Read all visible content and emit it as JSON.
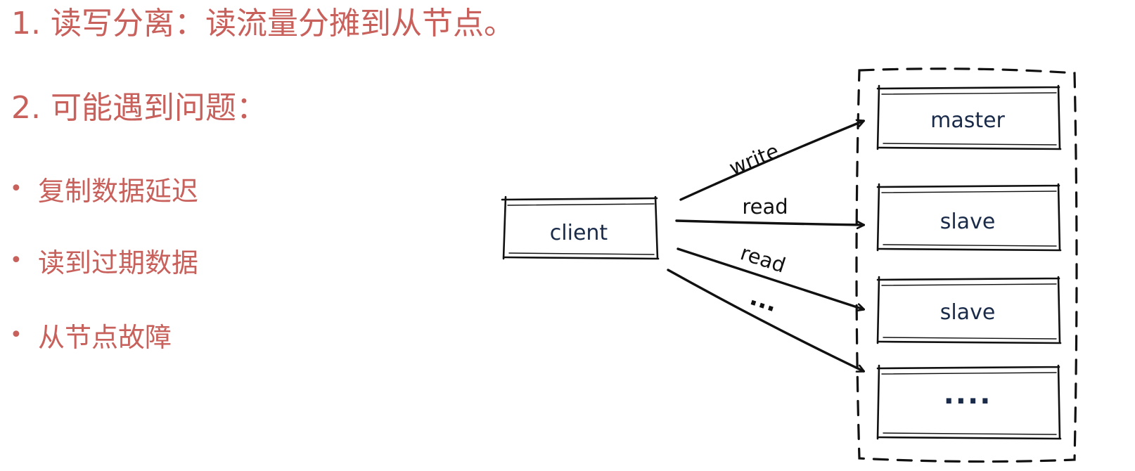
{
  "heading": {
    "point1": "1. 读写分离：读流量分摊到从节点。",
    "point2": "2.  可能遇到问题："
  },
  "bullets": [
    {
      "symbol": "•",
      "text": "复制数据延迟"
    },
    {
      "symbol": "•",
      "text": "读到过期数据"
    },
    {
      "symbol": "•",
      "text": "从节点故障"
    }
  ],
  "diagram": {
    "nodes": {
      "client": "client",
      "master": "master",
      "slave1": "slave",
      "slave2": "slave",
      "more": "····"
    },
    "edges": {
      "write": "write",
      "read1": "read",
      "read2": "read",
      "more": "···"
    }
  },
  "colors": {
    "text_accent": "#c8615c",
    "diagram_stroke": "#111111",
    "node_text": "#1a2b4a"
  }
}
